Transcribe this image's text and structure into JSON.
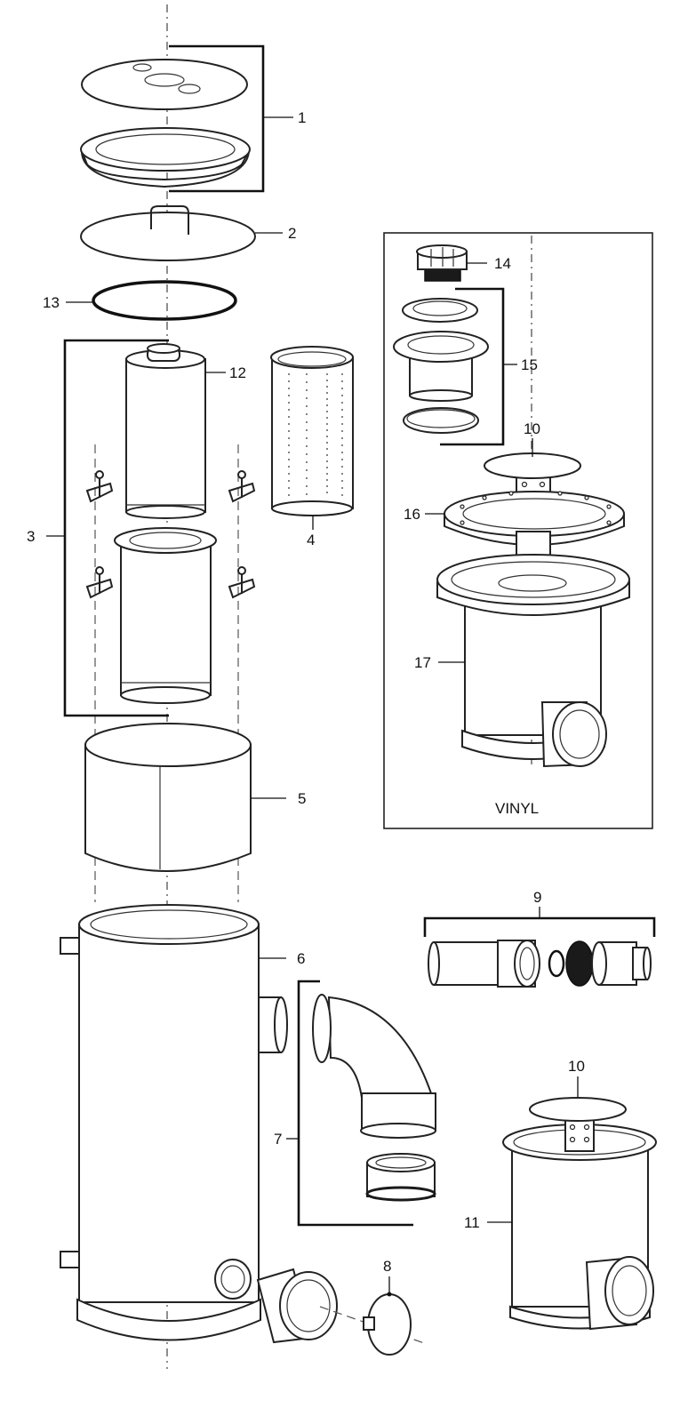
{
  "callouts": {
    "c1": "1",
    "c2": "2",
    "c3": "3",
    "c4": "4",
    "c5": "5",
    "c6": "6",
    "c7": "7",
    "c8": "8",
    "c9": "9",
    "c10a": "10",
    "c10b": "10",
    "c11": "11",
    "c12": "12",
    "c13": "13",
    "c14": "14",
    "c15": "15",
    "c16": "16",
    "c17": "17"
  },
  "inset": {
    "label": "VINYL"
  }
}
